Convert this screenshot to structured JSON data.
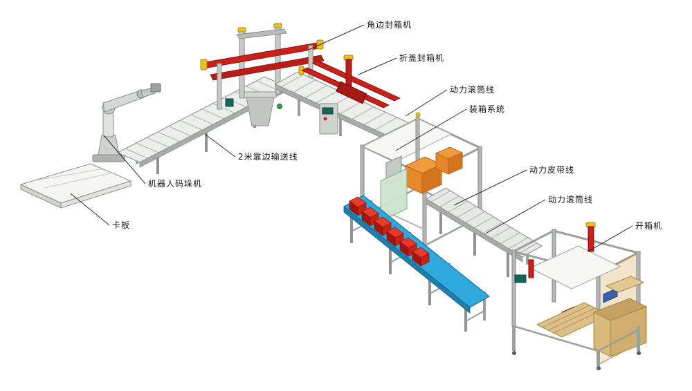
{
  "diagram": {
    "type": "isometric-equipment-line-diagram",
    "background": "#ffffff",
    "labels": [
      {
        "id": "corner-sealer",
        "text": "角边封箱机"
      },
      {
        "id": "flap-sealer",
        "text": "折盖封箱机"
      },
      {
        "id": "power-roller-1",
        "text": "动力滚筒线"
      },
      {
        "id": "packing-system",
        "text": "装箱系统"
      },
      {
        "id": "power-belt",
        "text": "动力皮带线"
      },
      {
        "id": "power-roller-2",
        "text": "动力滚筒线"
      },
      {
        "id": "case-erector",
        "text": "开箱机"
      },
      {
        "id": "edge-conveyor",
        "text": "2米靠边输送线"
      },
      {
        "id": "robot-palletizer",
        "text": "机器人码垛机"
      },
      {
        "id": "pallet",
        "text": "卡板"
      }
    ],
    "colors": {
      "machine_gray": "#d9dcd9",
      "frame_gray": "#9aa09a",
      "accent_red": "#c8201a",
      "belt_blue": "#2fa8dc",
      "box_orange": "#e8872a",
      "box_red": "#c42415",
      "cardboard_tan": "#d9b97c",
      "panel_green": "#cde4cd",
      "detail_yellow": "#e8c21a",
      "screen_teal": "#17645a"
    }
  }
}
